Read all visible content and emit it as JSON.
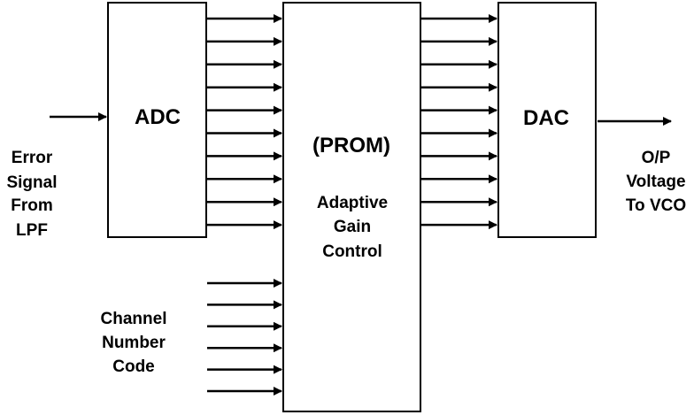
{
  "blocks": {
    "adc": {
      "label": "ADC"
    },
    "prom": {
      "label": "(PROM)",
      "sublabel": [
        "Adaptive",
        "Gain",
        "Control"
      ]
    },
    "dac": {
      "label": "DAC"
    }
  },
  "inputs": {
    "error_signal": [
      "Error",
      "Signal",
      "From",
      "LPF"
    ],
    "channel_number_code": [
      "Channel",
      "Number",
      "Code"
    ]
  },
  "outputs": {
    "op_voltage": [
      "O/P",
      "Voltage",
      "To VCO"
    ]
  },
  "connections": {
    "adc_to_prom_lines": 10,
    "prom_to_dac_lines": 10,
    "channel_code_lines": 6
  }
}
